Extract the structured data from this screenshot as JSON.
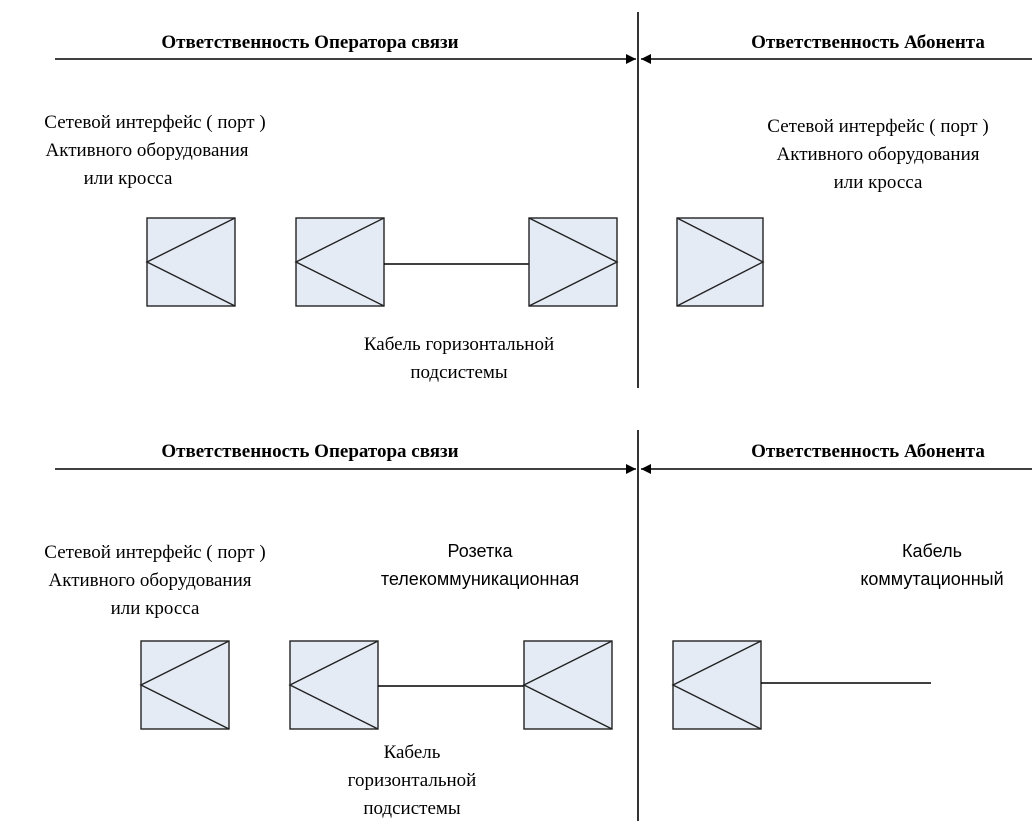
{
  "top_panel": {
    "operator_header": "Ответственность Оператора связи",
    "subscriber_header": "Ответственность Абонента",
    "left_interface_label": [
      "Сетевой интерфейс ( порт )",
      "Активного оборудования",
      "или кросса"
    ],
    "right_interface_label": [
      "Сетевой интерфейс ( порт )",
      "Активного оборудования",
      "или кросса"
    ],
    "cable_label": [
      "Кабель горизонтальной",
      "подсистемы"
    ]
  },
  "bottom_panel": {
    "operator_header": "Ответственность Оператора связи",
    "subscriber_header": "Ответственность Абонента",
    "left_interface_label": [
      "Сетевой интерфейс ( порт )",
      "Активного оборудования",
      "или кросса"
    ],
    "socket_label": [
      "Розетка",
      "телекоммуникационная"
    ],
    "patch_cable_label": [
      "Кабель",
      "коммутационный"
    ],
    "cable_label": [
      "Кабель",
      "горизонтальной",
      "подсистемы"
    ]
  },
  "colors": {
    "port_fill": "#e4ebf5",
    "line": "#000000"
  }
}
